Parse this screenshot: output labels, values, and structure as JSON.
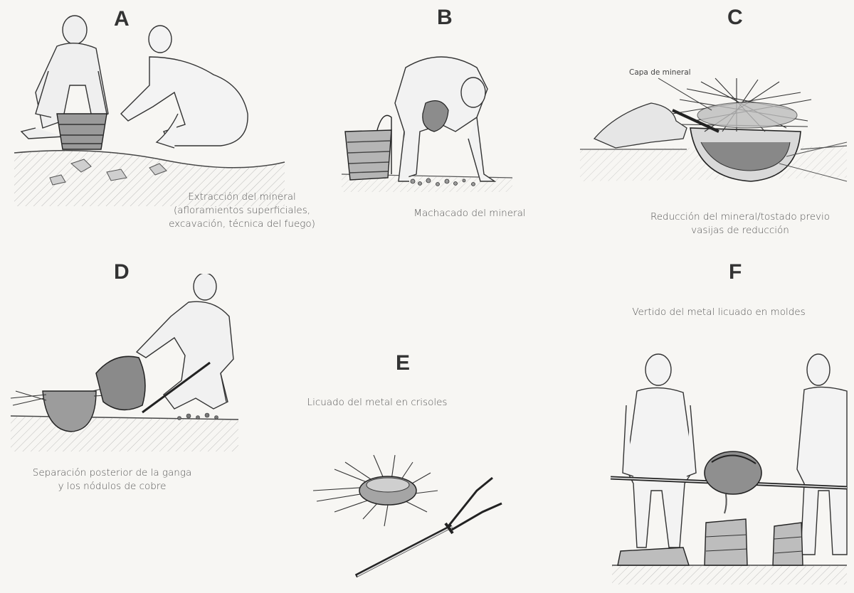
{
  "panels": {
    "a": {
      "letter": "A",
      "caption": [
        "Extracción del mineral",
        "(afloramientos superficiales,",
        "excavación, técnica del fuego)"
      ]
    },
    "b": {
      "letter": "B",
      "caption": [
        "Machacado del mineral"
      ]
    },
    "c": {
      "letter": "C",
      "label": "Capa de mineral",
      "caption": [
        "Reducción del mineral/tostado previo",
        "vasijas de reducción"
      ]
    },
    "d": {
      "letter": "D",
      "caption": [
        "Separación posterior de la ganga",
        "y los nódulos de cobre"
      ]
    },
    "e": {
      "letter": "E",
      "caption": [
        "Licuado del metal en crisoles"
      ]
    },
    "f": {
      "letter": "F",
      "caption": [
        "Vertido del metal licuado en moldes"
      ]
    }
  }
}
